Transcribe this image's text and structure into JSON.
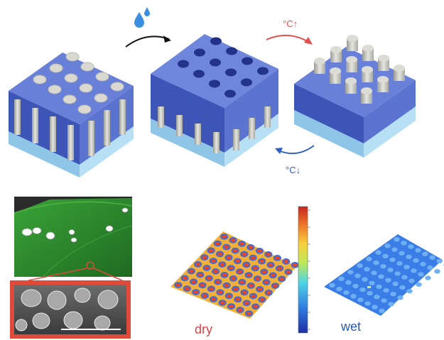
{
  "labels": {
    "heat_up": "°C↑",
    "cool_down": "°C↓",
    "dry": "dry",
    "wet": "wet"
  },
  "colors": {
    "pillar_top": "#d9d9d2",
    "matrix": "#5f78d4",
    "substrate": "#9fd0ee",
    "heat_arrow": "#e05050",
    "cool_arrow": "#3060c0",
    "leaf": "#2f8a2c",
    "callout": "#e04a3a",
    "dry_label": "#e04040",
    "wet_label": "#2e5bb0"
  },
  "icons": [
    "water-drops-icon",
    "curved-arrow-icon"
  ]
}
